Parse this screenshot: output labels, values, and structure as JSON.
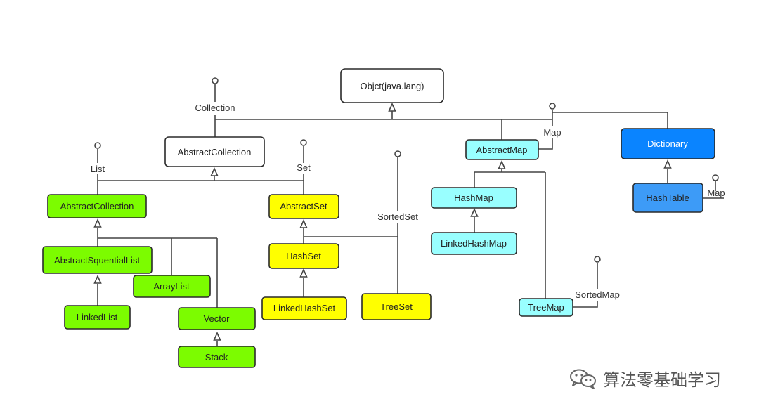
{
  "nodes": {
    "object": "Objct(java.lang)",
    "abstract_collection": "AbstractCollection",
    "abstract_map": "AbstractMap",
    "dictionary": "Dictionary",
    "abstract_list": "AbstractCollection",
    "abstract_set": "AbstractSet",
    "hash_map": "HashMap",
    "hash_table": "HashTable",
    "abstract_sequential_list": "AbstractSquentialList",
    "hash_set": "HashSet",
    "linked_hash_map": "LinkedHashMap",
    "array_list": "ArrayList",
    "linked_list": "LinkedList",
    "vector": "Vector",
    "linked_hash_set": "LinkedHashSet",
    "tree_set": "TreeSet",
    "tree_map": "TreeMap",
    "stack": "Stack"
  },
  "interfaces": {
    "collection": "Collection",
    "list": "List",
    "set": "Set",
    "sorted_set": "SortedSet",
    "map": "Map",
    "map_hashtable": "Map",
    "sorted_map": "SortedMap"
  },
  "colors": {
    "white": "#ffffff",
    "green": "#7cfc00",
    "yellow": "#ffff00",
    "cyan": "#99ffff",
    "blue_dark": "#0a84ff",
    "blue_light": "#3d9bf7"
  },
  "watermark": {
    "icon": "wechat-icon",
    "text": "算法零基础学习"
  }
}
